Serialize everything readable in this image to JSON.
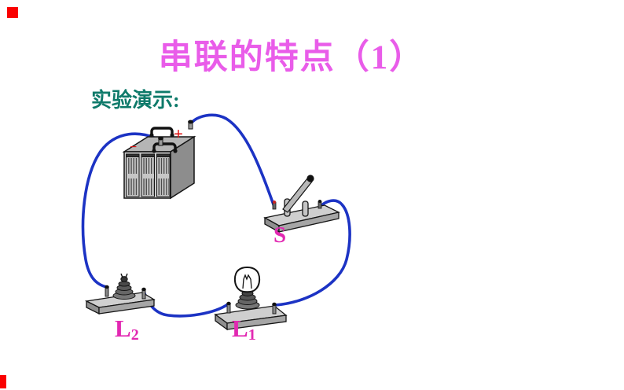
{
  "slide": {
    "background": "#ffffff",
    "title": {
      "text": "串联的特点（1）",
      "color": "#e95ce9"
    },
    "subtitle": {
      "text": "实验演示:",
      "color": "#0e7a6a"
    },
    "decorations": {
      "top_left_marker_color": "#fa0000",
      "bottom_left_marker_color": "#fa0000"
    }
  },
  "circuit": {
    "wire_color": "#1c33c4",
    "label_color": "#e228b2",
    "battery": {
      "plus_sign": "+",
      "minus_sign": "−",
      "sign_color": "#e01111"
    },
    "switch": {
      "label": "S"
    },
    "lamp_left": {
      "label": "L",
      "subscript": "2"
    },
    "lamp_right": {
      "label": "L",
      "subscript": "1"
    }
  }
}
